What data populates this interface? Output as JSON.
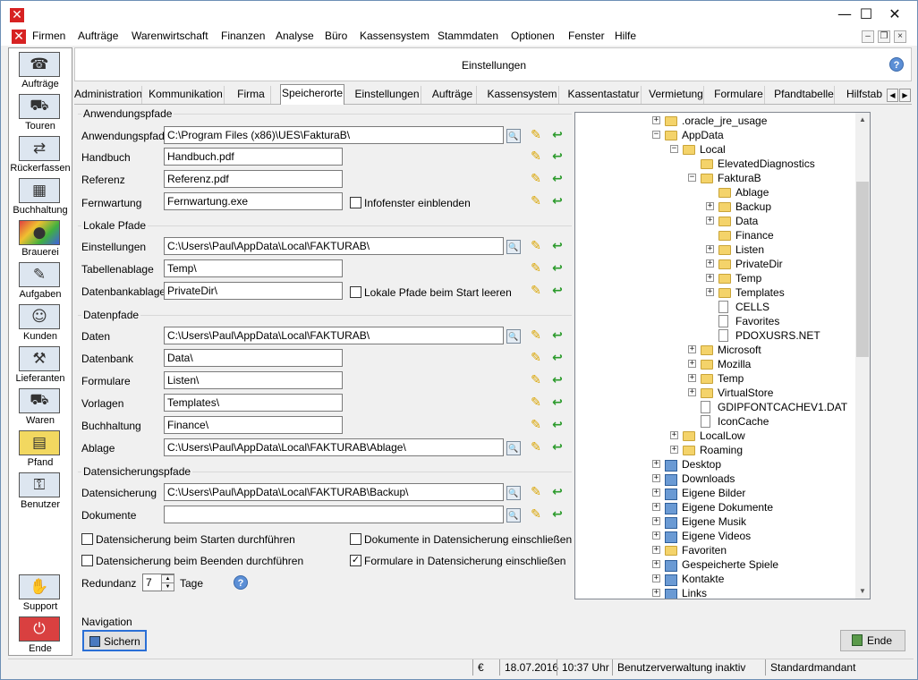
{
  "window": {
    "controls": {
      "minimize": "—",
      "maximize": "☐",
      "close": "✕"
    }
  },
  "menu": {
    "items": [
      "Firmen",
      "Aufträge",
      "Warenwirtschaft",
      "Finanzen",
      "Analyse",
      "Büro",
      "Kassensystem",
      "Stammdaten",
      "Optionen",
      "Fenster",
      "Hilfe"
    ],
    "mdi": {
      "minimize": "–",
      "restore": "❐",
      "close": "×"
    }
  },
  "sidebar": {
    "items": [
      {
        "label": "Aufträge",
        "icon": "agent-icon"
      },
      {
        "label": "Touren",
        "icon": "truck-icon"
      },
      {
        "label": "Rückerfassen",
        "icon": "truck-return-icon"
      },
      {
        "label": "Buchhaltung",
        "icon": "ledger-icon"
      },
      {
        "label": "Brauerei",
        "icon": "brewery-icon"
      },
      {
        "label": "Aufgaben",
        "icon": "tasks-icon"
      },
      {
        "label": "Kunden",
        "icon": "customers-icon"
      },
      {
        "label": "Lieferanten",
        "icon": "suppliers-icon"
      },
      {
        "label": "Waren",
        "icon": "goods-icon"
      },
      {
        "label": "Pfand",
        "icon": "deposit-icon"
      },
      {
        "label": "Benutzer",
        "icon": "user-icon"
      }
    ],
    "support": "Support",
    "ende": "Ende"
  },
  "header": {
    "title": "Einstellungen",
    "help": "?"
  },
  "tabs": [
    "Administration",
    "Kommunikation",
    "Firma",
    "Speicherorte",
    "Einstellungen",
    "Aufträge",
    "Kassensystem",
    "Kassentastatur",
    "Vermietung",
    "Formulare",
    "Pfandtabelle",
    "Hilfstab"
  ],
  "active_tab": "Speicherorte",
  "groups": {
    "anwendung": {
      "title": "Anwendungspfade",
      "fields": [
        {
          "label": "Anwendungspfad",
          "value": "C:\\Program Files (x86)\\UES\\FakturaB\\"
        },
        {
          "label": "Handbuch",
          "value": "Handbuch.pdf"
        },
        {
          "label": "Referenz",
          "value": "Referenz.pdf"
        },
        {
          "label": "Fernwartung",
          "value": "Fernwartung.exe"
        }
      ],
      "checkbox": {
        "label": "Infofenster einblenden",
        "checked": false
      }
    },
    "lokal": {
      "title": "Lokale Pfade",
      "fields": [
        {
          "label": "Einstellungen",
          "value": "C:\\Users\\Paul\\AppData\\Local\\FAKTURAB\\"
        },
        {
          "label": "Tabellenablage",
          "value": "Temp\\"
        },
        {
          "label": "Datenbankablage",
          "value": "PrivateDir\\"
        }
      ],
      "checkbox": {
        "label": "Lokale Pfade beim Start leeren",
        "checked": false
      }
    },
    "daten": {
      "title": "Datenpfade",
      "fields": [
        {
          "label": "Daten",
          "value": "C:\\Users\\Paul\\AppData\\Local\\FAKTURAB\\"
        },
        {
          "label": "Datenbank",
          "value": "Data\\"
        },
        {
          "label": "Formulare",
          "value": "Listen\\"
        },
        {
          "label": "Vorlagen",
          "value": "Templates\\"
        },
        {
          "label": "Buchhaltung",
          "value": "Finance\\"
        },
        {
          "label": "Ablage",
          "value": "C:\\Users\\Paul\\AppData\\Local\\FAKTURAB\\Ablage\\"
        }
      ]
    },
    "sicherung": {
      "title": "Datensicherungspfade",
      "fields": [
        {
          "label": "Datensicherung",
          "value": "C:\\Users\\Paul\\AppData\\Local\\FAKTURAB\\Backup\\"
        },
        {
          "label": "Dokumente",
          "value": ""
        }
      ],
      "checkboxes": [
        {
          "label": "Datensicherung beim Starten durchführen",
          "checked": false
        },
        {
          "label": "Dokumente in Datensicherung einschließen",
          "checked": false
        },
        {
          "label": "Datensicherung beim Beenden durchführen",
          "checked": false
        },
        {
          "label": "Formulare in Datensicherung einschließen",
          "checked": true
        }
      ],
      "redundanz": {
        "label": "Redundanz",
        "value": "7",
        "unit": "Tage"
      }
    }
  },
  "tree": [
    {
      "label": ".oracle_jre_usage",
      "depth": 0,
      "exp": "+",
      "type": "folder"
    },
    {
      "label": "AppData",
      "depth": 0,
      "exp": "−",
      "type": "folder"
    },
    {
      "label": "Local",
      "depth": 1,
      "exp": "−",
      "type": "folder"
    },
    {
      "label": "ElevatedDiagnostics",
      "depth": 2,
      "exp": "",
      "type": "folder"
    },
    {
      "label": "FakturaB",
      "depth": 2,
      "exp": "−",
      "type": "folder"
    },
    {
      "label": "Ablage",
      "depth": 3,
      "exp": "",
      "type": "folder"
    },
    {
      "label": "Backup",
      "depth": 3,
      "exp": "+",
      "type": "folder"
    },
    {
      "label": "Data",
      "depth": 3,
      "exp": "+",
      "type": "folder"
    },
    {
      "label": "Finance",
      "depth": 3,
      "exp": "",
      "type": "folder"
    },
    {
      "label": "Listen",
      "depth": 3,
      "exp": "+",
      "type": "folder"
    },
    {
      "label": "PrivateDir",
      "depth": 3,
      "exp": "+",
      "type": "folder"
    },
    {
      "label": "Temp",
      "depth": 3,
      "exp": "+",
      "type": "folder"
    },
    {
      "label": "Templates",
      "depth": 3,
      "exp": "+",
      "type": "folder"
    },
    {
      "label": "CELLS",
      "depth": 3,
      "exp": "",
      "type": "file"
    },
    {
      "label": "Favorites",
      "depth": 3,
      "exp": "",
      "type": "file"
    },
    {
      "label": "PDOXUSRS.NET",
      "depth": 3,
      "exp": "",
      "type": "file"
    },
    {
      "label": "Microsoft",
      "depth": 2,
      "exp": "+",
      "type": "folder"
    },
    {
      "label": "Mozilla",
      "depth": 2,
      "exp": "+",
      "type": "folder"
    },
    {
      "label": "Temp",
      "depth": 2,
      "exp": "+",
      "type": "folder"
    },
    {
      "label": "VirtualStore",
      "depth": 2,
      "exp": "+",
      "type": "folder"
    },
    {
      "label": "GDIPFONTCACHEV1.DAT",
      "depth": 2,
      "exp": "",
      "type": "file"
    },
    {
      "label": "IconCache",
      "depth": 2,
      "exp": "",
      "type": "file"
    },
    {
      "label": "LocalLow",
      "depth": 1,
      "exp": "+",
      "type": "folder"
    },
    {
      "label": "Roaming",
      "depth": 1,
      "exp": "+",
      "type": "folder"
    },
    {
      "label": "Desktop",
      "depth": 0,
      "exp": "+",
      "type": "sys"
    },
    {
      "label": "Downloads",
      "depth": 0,
      "exp": "+",
      "type": "sys"
    },
    {
      "label": "Eigene Bilder",
      "depth": 0,
      "exp": "+",
      "type": "sys"
    },
    {
      "label": "Eigene Dokumente",
      "depth": 0,
      "exp": "+",
      "type": "sys"
    },
    {
      "label": "Eigene Musik",
      "depth": 0,
      "exp": "+",
      "type": "sys"
    },
    {
      "label": "Eigene Videos",
      "depth": 0,
      "exp": "+",
      "type": "sys"
    },
    {
      "label": "Favoriten",
      "depth": 0,
      "exp": "+",
      "type": "folder"
    },
    {
      "label": "Gespeicherte Spiele",
      "depth": 0,
      "exp": "+",
      "type": "sys"
    },
    {
      "label": "Kontakte",
      "depth": 0,
      "exp": "+",
      "type": "sys"
    },
    {
      "label": "Links",
      "depth": 0,
      "exp": "+",
      "type": "sys"
    }
  ],
  "navigation": {
    "label": "Navigation",
    "save": "Sichern",
    "end": "Ende"
  },
  "status": {
    "currency": "€",
    "date": "18.07.2016",
    "time": "10:37 Uhr",
    "user": "Benutzerverwaltung inaktiv",
    "mandant": "Standardmandant"
  },
  "colors": {
    "accent": "#2a6fd6",
    "close_red": "#d72222"
  }
}
